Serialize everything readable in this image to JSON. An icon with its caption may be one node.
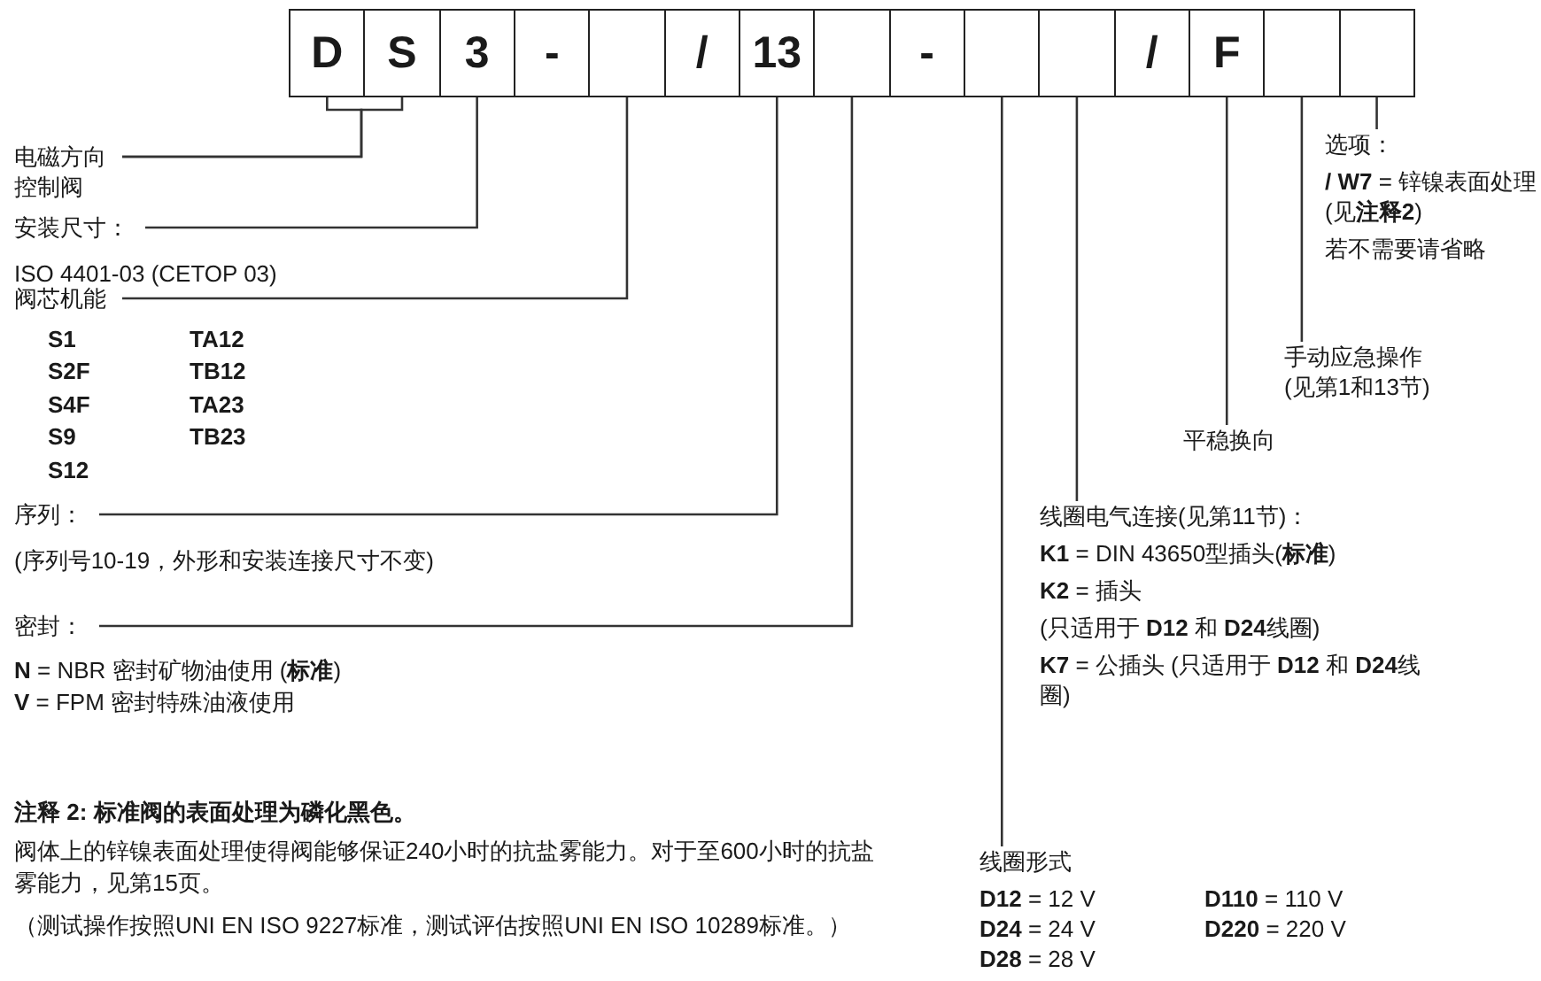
{
  "diagram": {
    "nodes": [
      {
        "text": [
          "D"
        ]
      },
      {
        "text": [
          "S"
        ]
      },
      {
        "text": [
          "3"
        ]
      },
      {
        "text": [
          "-"
        ]
      },
      {
        "text": [],
        "shape": "box"
      },
      {
        "text": [
          "/"
        ]
      },
      {
        "text": [
          "13"
        ]
      },
      {
        "text": [],
        "shape": "box"
      },
      {
        "text": [
          "-"
        ]
      },
      {
        "text": [],
        "shape": "box"
      },
      {
        "text": [],
        "shape": "box"
      },
      {
        "text": [
          "/"
        ]
      },
      {
        "text": [
          "F"
        ]
      },
      {
        "text": [],
        "shape": "box"
      },
      {
        "text": [],
        "shape": "box"
      },
      {
        "text": [
          "电磁方向控制阀"
        ]
      },
      {
        "text": [
          "安装尺寸：",
          "ISO 4401-03 (CETOP 03)"
        ]
      },
      {
        "text": [
          "阀芯机能",
          "S1",
          "TA12",
          "S2F",
          "TB12",
          "S4F",
          "TA23",
          "S9",
          "TB23",
          "S12"
        ]
      },
      {
        "text": [
          "序列：",
          "(序列号10-19，外形和安装连接尺寸不变)"
        ]
      },
      {
        "text": [
          "密封：",
          "**N** = NBR 密封矿物油使用 (**标准**)",
          "**V** = FPM 密封特殊油液使用"
        ]
      },
      {
        "text": [
          "线圈形式",
          "D12 = 12 V",
          "D110 = 110 V",
          "D24 = 24 V",
          "D220 = 220 V",
          "D28 = 28 V"
        ]
      },
      {
        "text": [
          "线圈电气连接(见第11节)：",
          "**K1** = DIN 43650型插头(**标准**)",
          "**K2** = 插头",
          "(只适用于 **D12** 和 **D24**线圈)",
          "**K7** = 公插头 (只适用于 **D12** 和 **D24**线圈)"
        ]
      },
      {
        "text": [
          "平稳换向"
        ]
      },
      {
        "text": [
          "手动应急操作(见第1和13节)"
        ]
      },
      {
        "text": [
          "选项：",
          "**/ W7** = 锌镍表面处理 (见**注释2**)",
          "若不需要请省略"
        ]
      }
    ],
    "edges": [
      {
        "from": 15,
        "to": 0,
        "arrow": "none"
      },
      {
        "from": 15,
        "to": 1,
        "arrow": "none"
      },
      {
        "from": 16,
        "to": 2,
        "arrow": "none"
      },
      {
        "from": 17,
        "to": 4,
        "arrow": "none"
      },
      {
        "from": 18,
        "to": 6,
        "arrow": "none"
      },
      {
        "from": 19,
        "to": 7,
        "arrow": "none"
      },
      {
        "from": 20,
        "to": 9,
        "arrow": "none"
      },
      {
        "from": 21,
        "to": 10,
        "arrow": "none"
      },
      {
        "from": 22,
        "to": 12,
        "arrow": "none"
      },
      {
        "from": 23,
        "to": 13,
        "arrow": "none"
      },
      {
        "from": 24,
        "to": 14,
        "arrow": "none"
      }
    ],
    "labels": [
      "注释 2: 标准阀的表面处理为磷化黑色。",
      "阀体上的锌镍表面处理使得阀能够保证240小时的抗盐雾能力。对于至600小时的抗盐雾能力，见第15页。",
      "（测试操作按照UNI EN ISO 9227标准，测试评估按照UNI EN ISO 10289标准。）"
    ]
  }
}
